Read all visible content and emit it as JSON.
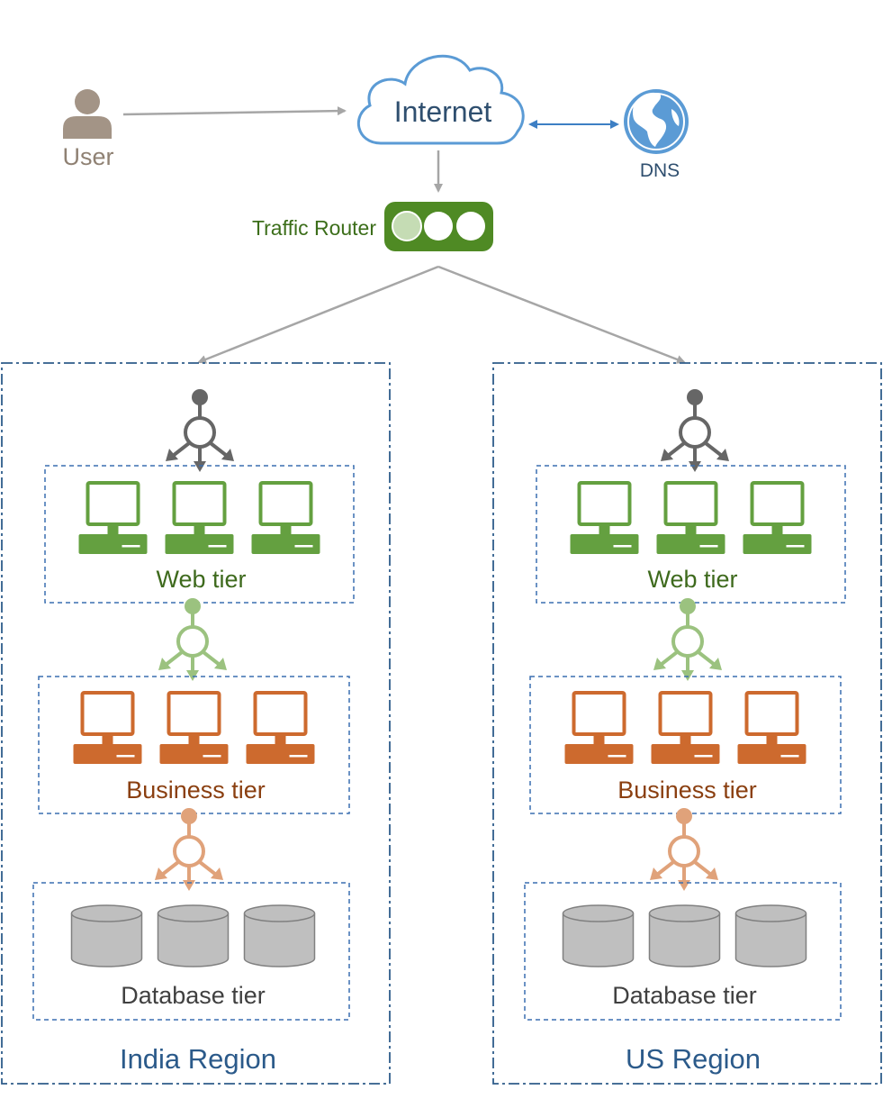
{
  "top": {
    "user_label": "User",
    "internet_label": "Internet",
    "dns_label": "DNS",
    "router_label": "Traffic Router"
  },
  "regions": [
    {
      "name": "India Region",
      "tiers": [
        {
          "label": "Web tier"
        },
        {
          "label": "Business tier"
        },
        {
          "label": "Database tier"
        }
      ]
    },
    {
      "name": "US Region",
      "tiers": [
        {
          "label": "Web tier"
        },
        {
          "label": "Business tier"
        },
        {
          "label": "Database tier"
        }
      ]
    }
  ],
  "colors": {
    "user": "#a39486",
    "cloud_stroke": "#5b9bd5",
    "internet_text": "#2f4f6f",
    "dns_blue": "#3d7fc4",
    "router_green": "#4f8a24",
    "router_text": "#3c6e1a",
    "connector_gray": "#a6a6a6",
    "region_border": "#2e5c8a",
    "region_text": "#2b5a8a",
    "web_green": "#64a040",
    "web_text": "#3e6a1d",
    "business_orange": "#cd6a2e",
    "business_text": "#8a3f10",
    "db_gray": "#bfbfbf",
    "db_text": "#404040",
    "lb_gray": "#666666",
    "lb_green": "#9bc27f",
    "lb_orange": "#e0a27a"
  },
  "icons": {
    "user": "user-icon",
    "internet": "cloud-icon",
    "dns": "globe-icon",
    "router": "traffic-router-icon",
    "load_balancer": "load-balancer-icon",
    "server": "computer-icon",
    "database": "database-icon"
  }
}
